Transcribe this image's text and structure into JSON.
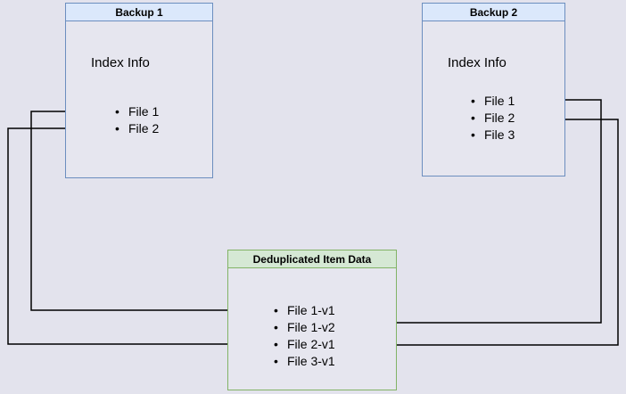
{
  "colors": {
    "page-bg": "#e3e3ed",
    "box-fill": "#e6e6ef",
    "blue-border": "#6c8ebf",
    "blue-header": "#dbe8fb",
    "green-border": "#82b366",
    "green-header": "#d5e8d4",
    "arrow": "#000000"
  },
  "boxes": {
    "backup1": {
      "title": "Backup 1",
      "subtitle": "Index Info",
      "items": [
        "File 1",
        "File 2"
      ]
    },
    "backup2": {
      "title": "Backup 2",
      "subtitle": "Index Info",
      "items": [
        "File 1",
        "File 2",
        "File 3"
      ]
    },
    "dedup": {
      "title": "Deduplicated Item Data",
      "items": [
        "File 1-v1",
        "File 1-v2",
        "File 2-v1",
        "File 3-v1"
      ]
    }
  },
  "connections": [
    {
      "from": "Backup 1 / File 1",
      "to": "Deduplicated Item Data / File 1-v1"
    },
    {
      "from": "Backup 1 / File 2",
      "to": "Deduplicated Item Data / File 2-v1"
    },
    {
      "from": "Backup 2 / File 1",
      "to": "Deduplicated Item Data / File 1-v2"
    },
    {
      "from": "Backup 2 / File 2",
      "to": "Deduplicated Item Data / File 2-v1"
    }
  ]
}
